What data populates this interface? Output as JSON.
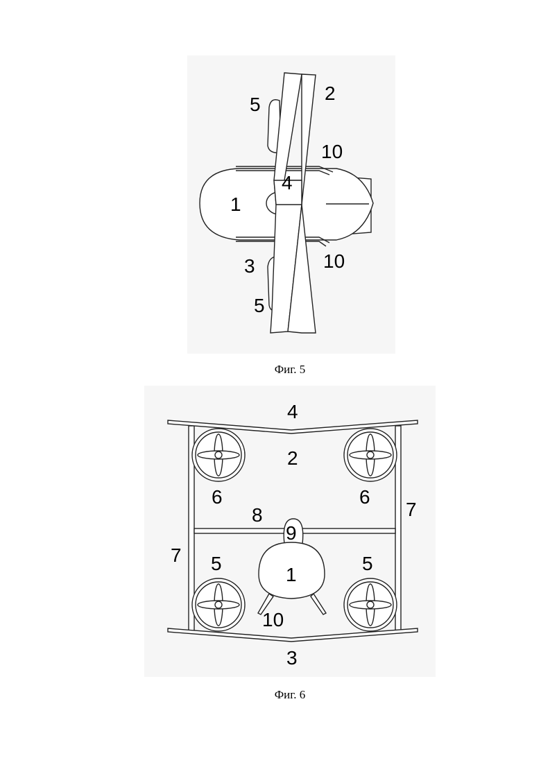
{
  "figure5": {
    "caption": "Фиг. 5",
    "labels": {
      "fuselage": "1",
      "wing_front": "2",
      "wing_rear": "3",
      "wing_joint": "4",
      "engine_top": "5",
      "engine_bottom": "5",
      "strut_top": "10",
      "strut_bottom": "10"
    }
  },
  "figure6": {
    "caption": "Фиг. 6",
    "labels": {
      "cabin": "1",
      "platform": "2",
      "rear_wing": "3",
      "front_wing": "4",
      "rotor_bottom_left": "5",
      "rotor_bottom_right": "5",
      "rotor_top_left": "6",
      "rotor_top_right": "6",
      "side_beam_left": "7",
      "side_beam_right": "7",
      "cross_beam": "8",
      "cabin_top": "9",
      "landing_gear": "10"
    }
  }
}
